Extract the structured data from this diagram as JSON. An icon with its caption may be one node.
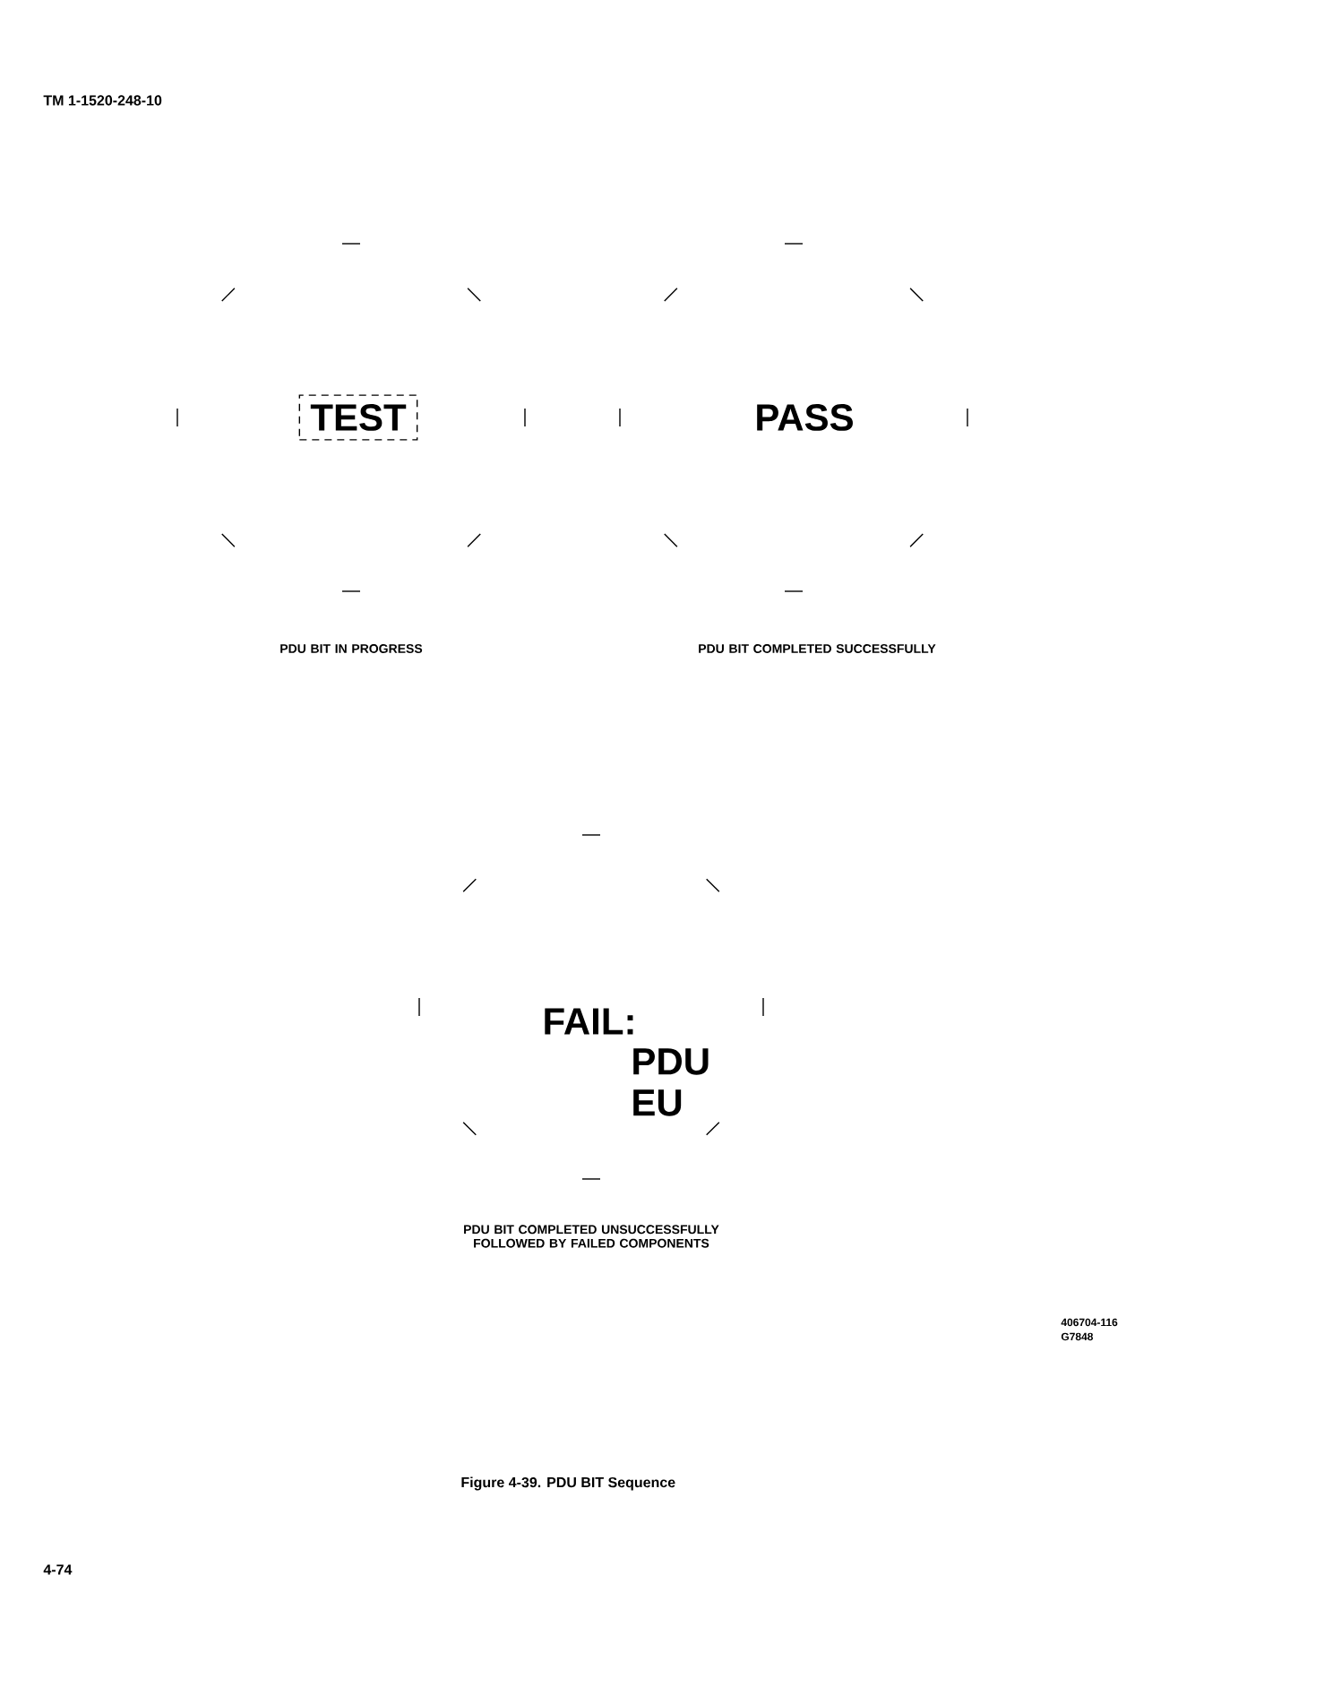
{
  "diagram": {
    "caption": "Figure 4-39.  PDU BIT Sequence",
    "nodes": [
      {
        "text": [
          "TEST"
        ]
      },
      {
        "text": [
          "PASS"
        ]
      },
      {
        "text": [
          "FAIL:",
          "PDU EU"
        ]
      }
    ],
    "labels": [
      "TM 1-1520-248-10",
      "PDU BIT IN PROGRESS",
      "PDU BIT COMPLETED SUCCESSFULLY",
      "PDU BIT COMPLETED UNSUCCESSFULLY FOLLOWED BY FAILED COMPONENTS",
      "406704-116",
      "G7848",
      "4-74"
    ]
  }
}
